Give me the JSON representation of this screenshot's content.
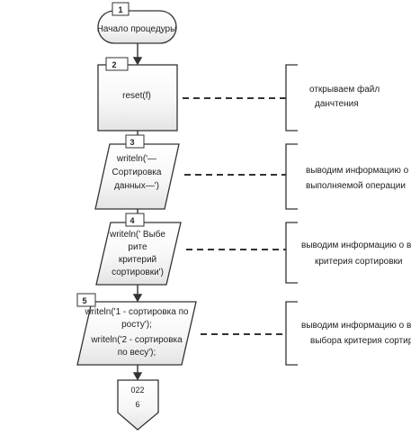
{
  "steps": [
    {
      "number": "1",
      "text": "Начало процедуры"
    },
    {
      "number": "2",
      "text": "reset(f)"
    },
    {
      "number": "3",
      "lines": [
        "writeln('—",
        "Сортировка",
        "данных—')"
      ]
    },
    {
      "number": "4",
      "lines": [
        "writeln(' Выбе",
        "рите",
        "критерий",
        "сортировки')"
      ]
    },
    {
      "number": "5",
      "lines": [
        "writeln('1 - сортировка по",
        "росту');",
        "writeln('2 - сортировка",
        "по весу');"
      ]
    }
  ],
  "connector": {
    "lines": [
      "022",
      "6"
    ]
  },
  "comments": [
    {
      "lines": [
        "открываем файл",
        "данчтения"
      ]
    },
    {
      "lines": [
        "выводим информацию о",
        "выполняемой операции"
      ]
    },
    {
      "lines": [
        "выводим информацию о в",
        "критерия сортировки"
      ]
    },
    {
      "lines": [
        "выводим информацию о вв",
        "выбора критерия сортир"
      ]
    }
  ],
  "colors": {
    "stroke": "#333333",
    "fill_top": "#ffffff",
    "fill_bottom": "#e8e8e8",
    "text": "#222222"
  }
}
